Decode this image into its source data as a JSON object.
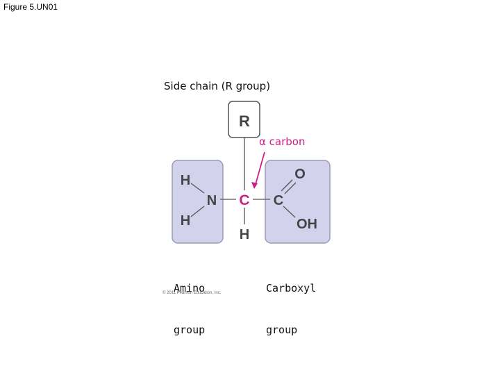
{
  "figure_label": "Figure 5.UN01",
  "side_chain_label": "Side chain (R group)",
  "alpha_carbon_label": "α carbon",
  "atoms": {
    "r": "R",
    "h_top": "H",
    "n": "N",
    "h_bottom": "H",
    "c_alpha": "C",
    "c_carboxyl": "C",
    "o": "O",
    "oh": "OH",
    "h_alpha": "H"
  },
  "amino_group_label": [
    "Amino",
    "group"
  ],
  "carboxyl_group_label": [
    "Carboxyl",
    "group"
  ],
  "copyright": "© 2011 Pearson Education, Inc.",
  "colors": {
    "group_fill": "#d2d2ec",
    "group_stroke": "#9a9ab8",
    "alpha_accent": "#cc1f8a",
    "bond": "#555555"
  }
}
